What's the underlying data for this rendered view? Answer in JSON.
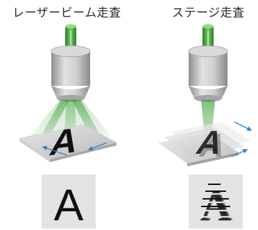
{
  "titles": {
    "laser_scan": "レーザービーム走査",
    "stage_scan": "ステージ走査"
  },
  "sample_letter": "A",
  "colors": {
    "beam_green": "#3b9a35",
    "lens_gray": "#b8b8b8",
    "arrow_blue": "#2f7fd0"
  }
}
